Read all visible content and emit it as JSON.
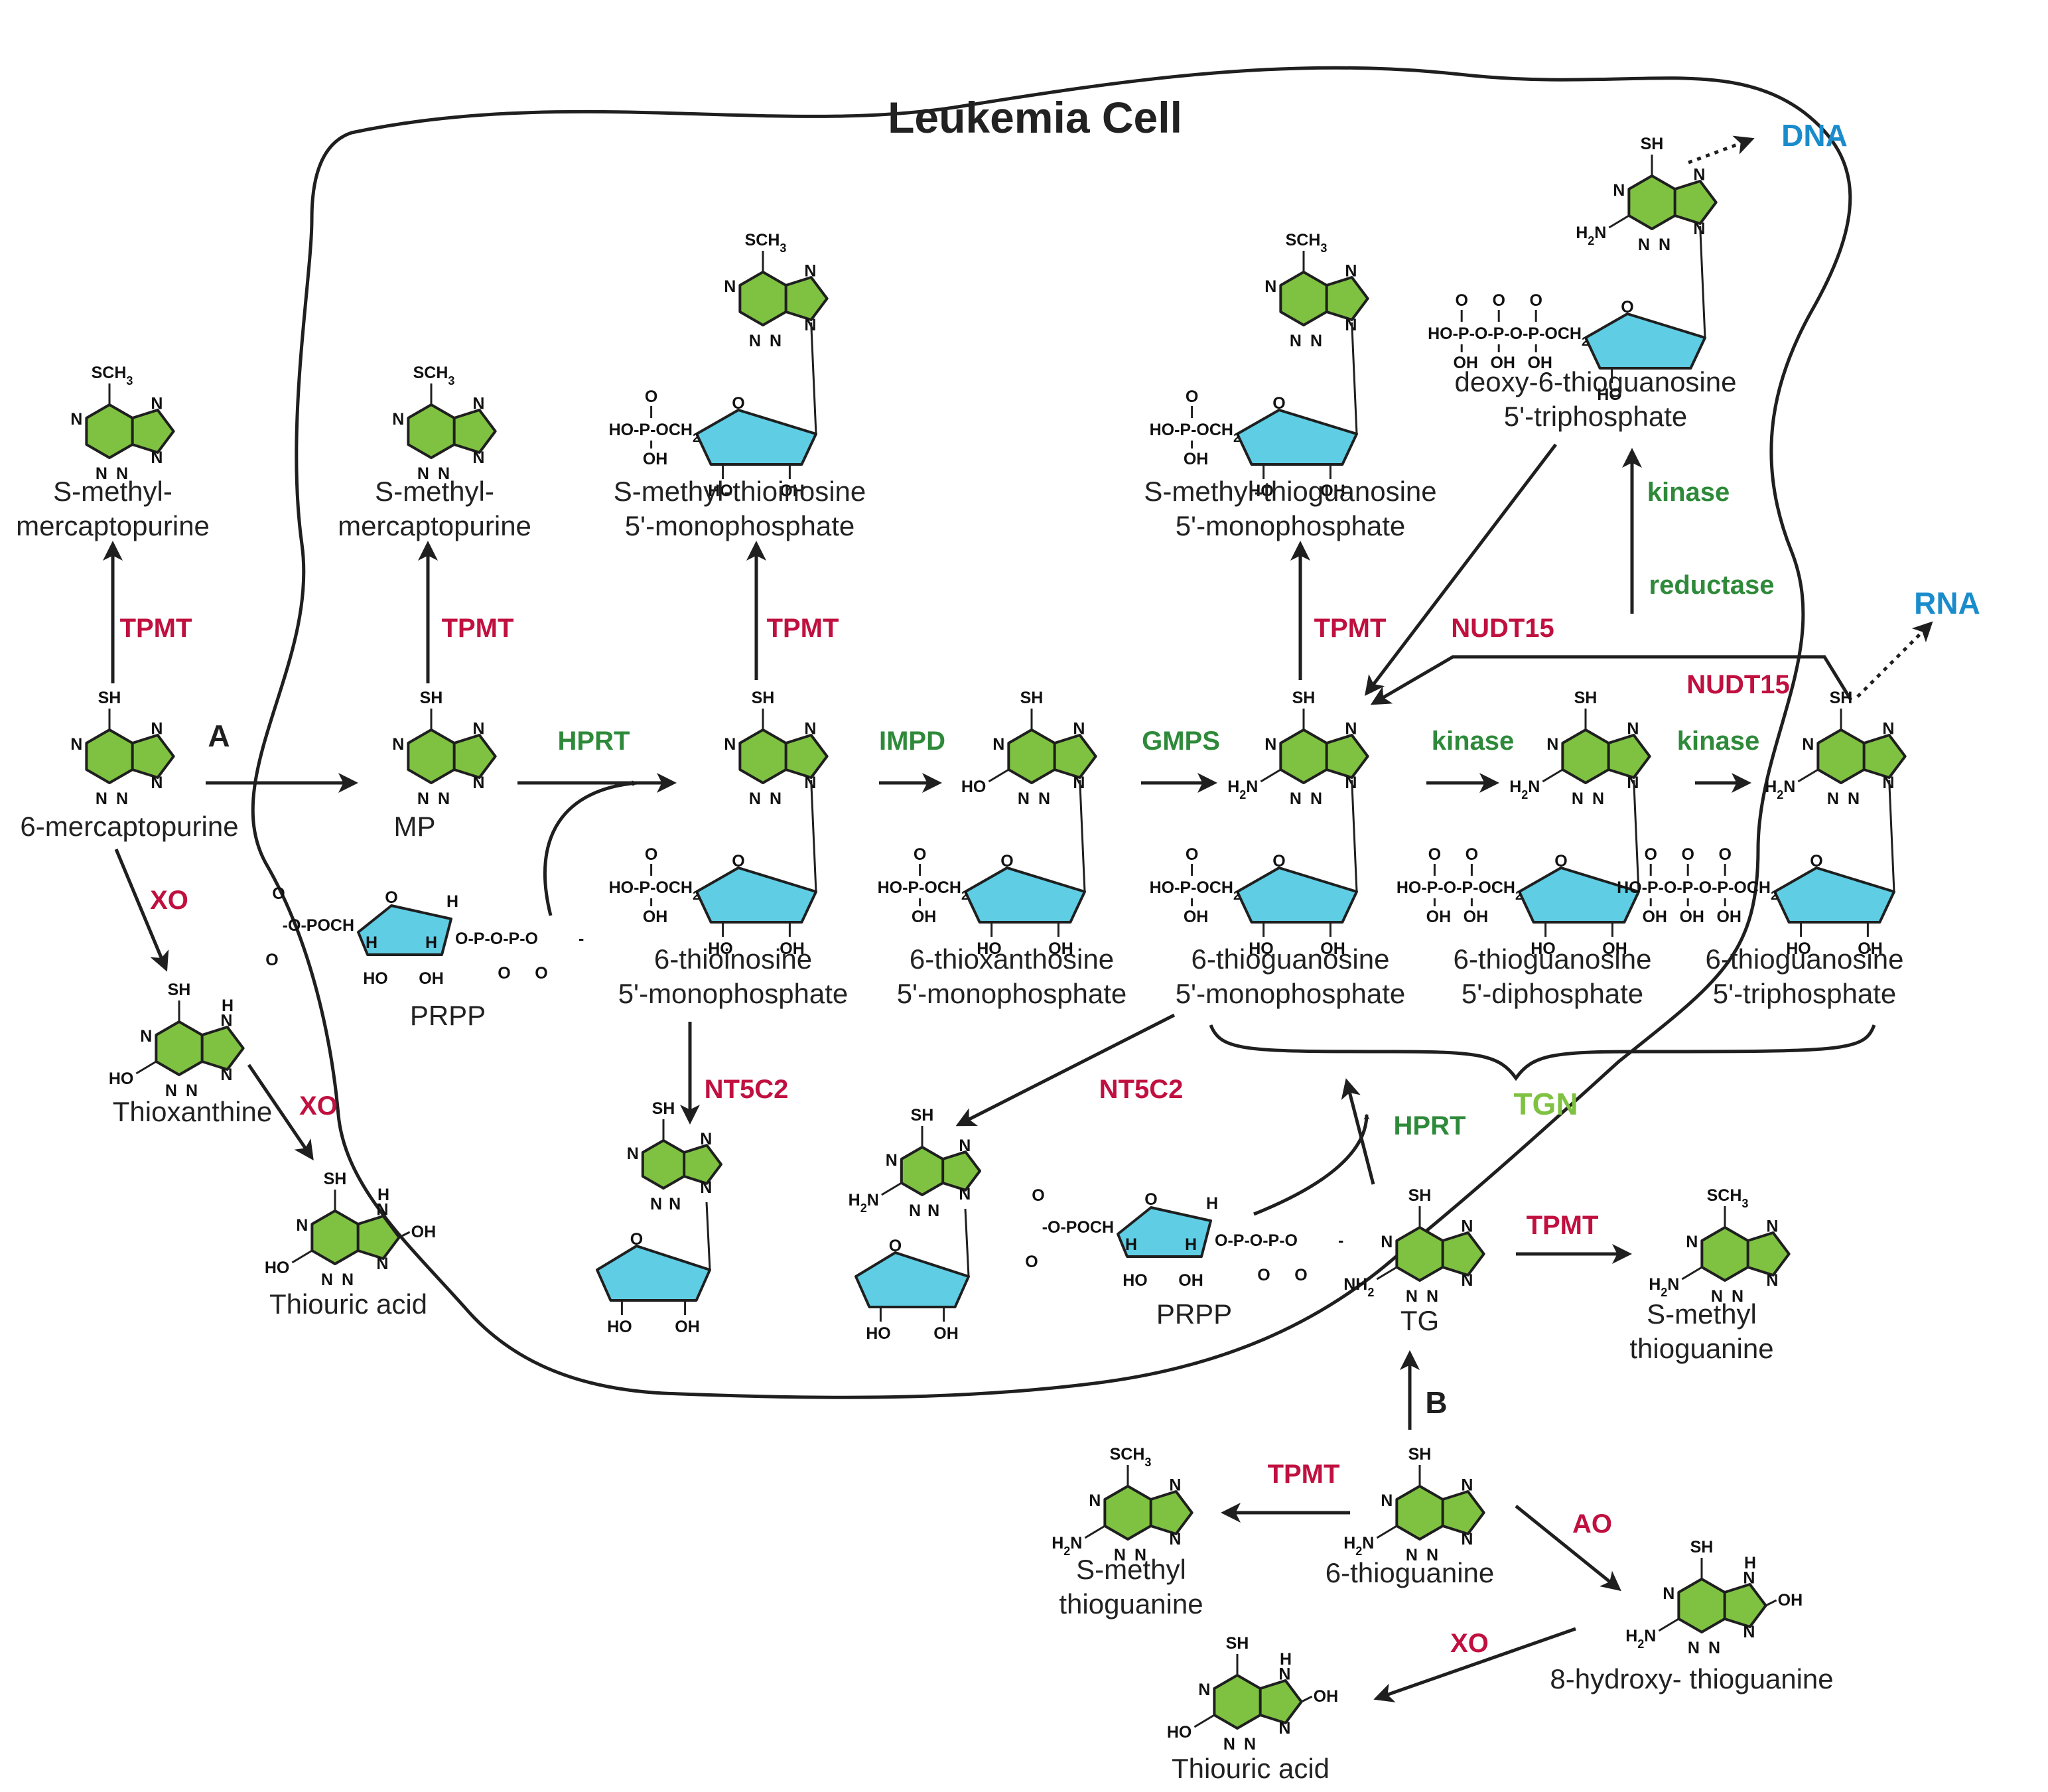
{
  "title": "Leukemia Cell",
  "colors": {
    "inhibit_enzyme": "#c0103f",
    "activate_enzyme": "#2e8a3a",
    "nucleic_acid": "#1a8ccc",
    "tgn": "#7fc241",
    "purine_fill": "#7fc241",
    "ribose_fill": "#5fcde4",
    "outline": "#1f1f1f"
  },
  "section_labels": {
    "a": "A",
    "b": "B"
  },
  "targets": {
    "dna": "DNA",
    "rna": "RNA"
  },
  "group_label": "TGN",
  "compounds": {
    "smmp_outside": "S-methyl-\nmercaptopurine",
    "mp6": "6-mercaptopurine",
    "thioxanthine": "Thioxanthine",
    "thiouric_acid_a": "Thiouric acid",
    "smmp_inside": "S-methyl-\nmercaptopurine",
    "mp": "MP",
    "prpp_a": "PRPP",
    "smtimp": "S-methyl-thioinosine\n5'-monophosphate",
    "timp": "6-thioinosine\n5'-monophosphate",
    "txmp": "6-thioxanthosine\n5'-monophosphate",
    "smtgmp": "S-methyl-thioguanosine\n5'-monophosphate",
    "tgmp": "6-thioguanosine\n5'-monophosphate",
    "dtgtp": "deoxy-6-thioguanosine\n5'-triphosphate",
    "tgdp": "6-thioguanosine\n5'-diphosphate",
    "tgtp": "6-thioguanosine\n5'-triphosphate",
    "prpp_b": "PRPP",
    "tg_inside": "TG",
    "smtg_inside": "S-methyl\nthioguanine",
    "tg6": "6-thioguanine",
    "smtg_outside": "S-methyl\nthioguanine",
    "hydroxy_tg": "8-hydroxy- thioguanine",
    "thiouric_acid_b": "Thiouric acid"
  },
  "enzymes": {
    "tpmt_1": "TPMT",
    "xo_1": "XO",
    "xo_2": "XO",
    "tpmt_2": "TPMT",
    "hprt_1": "HPRT",
    "tpmt_3": "TPMT",
    "impd": "IMPD",
    "gmps": "GMPS",
    "tpmt_4": "TPMT",
    "nudt15_1": "NUDT15",
    "nudt15_2": "NUDT15",
    "kinase_1": "kinase",
    "kinase_2": "kinase",
    "kinase_3": "kinase",
    "reductase": "reductase",
    "nt5c2_1": "NT5C2",
    "nt5c2_2": "NT5C2",
    "hprt_2": "HPRT",
    "tpmt_5": "TPMT",
    "tpmt_6": "TPMT",
    "ao": "AO",
    "xo_3": "XO"
  },
  "atoms": {
    "n": "N",
    "sh": "SH",
    "sch3": "SCH",
    "sch3_sub": "3",
    "h": "H",
    "ho": "HO",
    "oh": "OH",
    "h2n": "H",
    "h2n_sub": "2",
    "h2n_tail": "N",
    "nh2": "NH",
    "nh2_sub": "2",
    "o": "O",
    "p": "P",
    "phos_mono": "HO-P-OCH",
    "phos_sub": "2",
    "phos_di": "HO-P-O-P-OCH",
    "phos_tri": "HO-P-O-P-O-P-OCH",
    "prpp_head": "-O-POCH",
    "prpp_tail": "O-P-O-P-O",
    "minus": "-",
    "minus_o": "O"
  }
}
